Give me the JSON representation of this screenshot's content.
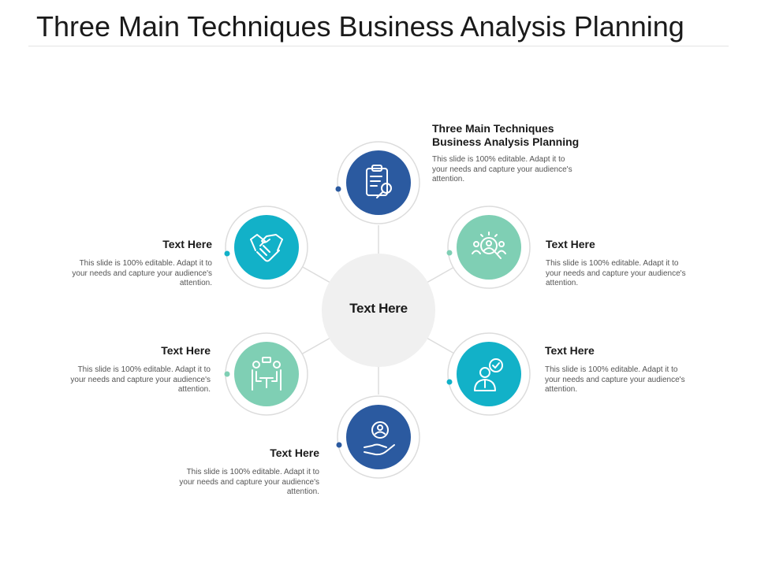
{
  "title": "Three Main Techniques Business Analysis Planning",
  "center": {
    "label": "Text Here"
  },
  "colors": {
    "dark_blue": "#2b5aa0",
    "teal": "#12b1c8",
    "mint": "#7fcfb4",
    "center_fill": "#f0f0f0",
    "ring": "#dcdcdc"
  },
  "nodes": [
    {
      "id": "top",
      "icon": "clipboard-search-icon",
      "color": "#2b5aa0",
      "heading_lines": [
        "Three Main Techniques",
        "Business Analysis Planning"
      ],
      "body": "This slide is 100% editable. Adapt it to your needs and capture your audience's attention."
    },
    {
      "id": "upper-right",
      "icon": "people-search-icon",
      "color": "#7fcfb4",
      "heading": "Text Here",
      "body": "This slide is 100% editable. Adapt it to your needs and capture your audience's attention."
    },
    {
      "id": "lower-right",
      "icon": "person-check-icon",
      "color": "#12b1c8",
      "heading": "Text Here",
      "body": "This slide is 100% editable. Adapt it to your needs and capture your audience's attention."
    },
    {
      "id": "bottom",
      "icon": "hand-user-icon",
      "color": "#2b5aa0",
      "heading": "Text Here",
      "body": "This slide is 100% editable. Adapt it to your needs and capture your audience's attention."
    },
    {
      "id": "lower-left",
      "icon": "meeting-icon",
      "color": "#7fcfb4",
      "heading": "Text Here",
      "body": "This slide is 100% editable. Adapt it to your needs and capture your audience's attention."
    },
    {
      "id": "upper-left",
      "icon": "handshake-icon",
      "color": "#12b1c8",
      "heading": "Text Here",
      "body": "This slide is 100% editable. Adapt it to your needs and capture your audience's attention."
    }
  ]
}
